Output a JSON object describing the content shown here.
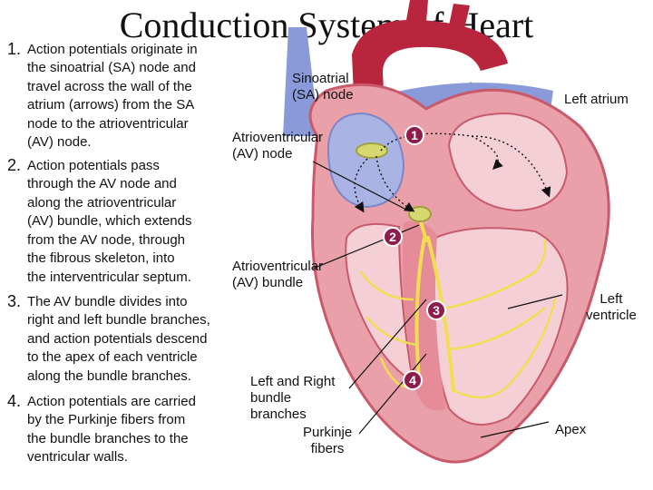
{
  "title": "Conduction System of Heart",
  "steps": [
    {
      "number": "1.",
      "text": "Action potentials originate in\nthe sinoatrial (SA) node and\ntravel across the wall of the\natrium (arrows) from the SA\nnode to the atrioventricular\n(AV) node."
    },
    {
      "number": "2.",
      "text": "Action potentials pass\nthrough the AV node and\nalong the atrioventricular\n(AV) bundle, which extends\nfrom the AV node, through\nthe fibrous skeleton, into\nthe  interventricular septum."
    },
    {
      "number": "3.",
      "text": "The AV bundle divides into\nright and left bundle branches,\nand action potentials descend\nto the apex of each ventricle\nalong the bundle branches."
    },
    {
      "number": "4.",
      "text": "Action potentials are carried\nby the Purkinje fibers from\nthe bundle branches to the\nventricular walls."
    }
  ],
  "labels": {
    "sa_node": "Sinoatrial\n(SA) node",
    "left_atrium": "Left atrium",
    "av_node": "Atrioventricular\n(AV) node",
    "av_bundle": "Atrioventricular\n(AV) bundle",
    "left_ventricle": "Left\nventricle",
    "bundle_branches": "Left and Right\nbundle\nbranches",
    "purkinje": "Purkinje\nfibers",
    "apex": "Apex"
  },
  "badges": [
    "1",
    "2",
    "3",
    "4"
  ],
  "colors": {
    "heart_wall": "#e9a0a8",
    "wall_dark": "#c85a6c",
    "vein_blue": "#8a9ad8",
    "vessel_red": "#b8253c",
    "chamber_light": "#f4d0d6",
    "conduction": "#f2dd52",
    "badge": "#8e1c4a"
  }
}
